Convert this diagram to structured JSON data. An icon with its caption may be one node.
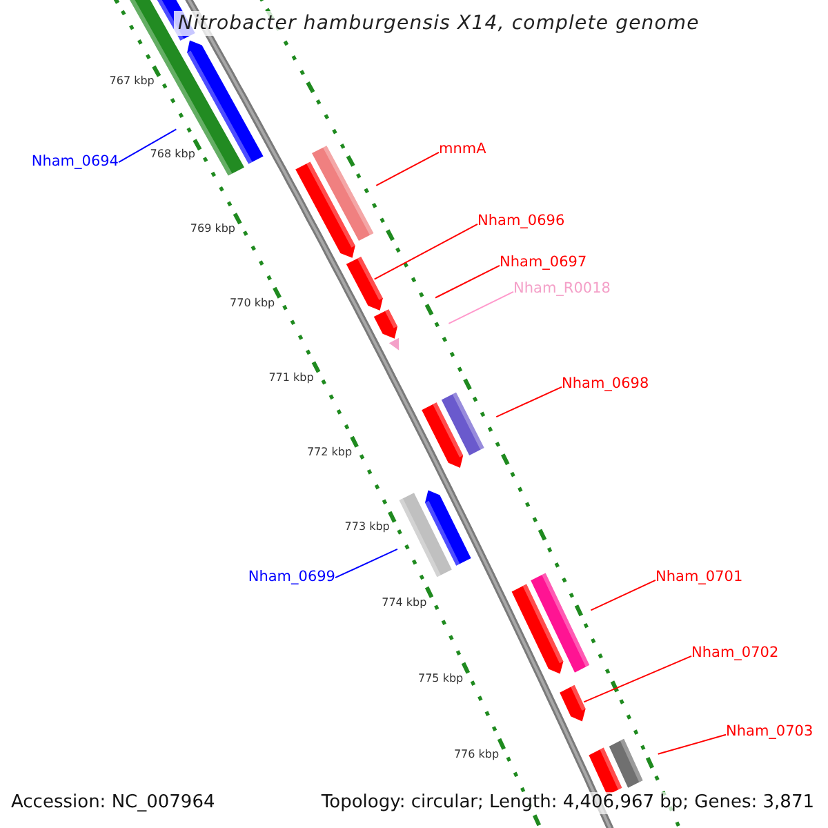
{
  "diagram": {
    "title": "Nitrobacter hamburgensis X14, complete genome",
    "nodes": [
      {
        "text": [
          "mnmA"
        ]
      },
      {
        "text": [
          "Nham_0694"
        ]
      },
      {
        "text": [
          "Nham_0696"
        ]
      },
      {
        "text": [
          "Nham_0697"
        ]
      },
      {
        "text": [
          "Nham_R0018"
        ]
      },
      {
        "text": [
          "Nham_0698"
        ]
      },
      {
        "text": [
          "Nham_0699"
        ]
      },
      {
        "text": [
          "Nham_0701"
        ]
      },
      {
        "text": [
          "Nham_0702"
        ]
      },
      {
        "text": [
          "Nham_0703"
        ]
      },
      {
        "text": [],
        "shape": "arrow"
      },
      {
        "text": [],
        "shape": "arrow"
      },
      {
        "text": [],
        "shape": "arrow"
      },
      {
        "text": [],
        "shape": "arrow"
      },
      {
        "text": [],
        "shape": "triangle"
      },
      {
        "text": [],
        "shape": "arrow"
      },
      {
        "text": [],
        "shape": "arrow"
      },
      {
        "text": [],
        "shape": "arrow"
      },
      {
        "text": [],
        "shape": "arrow"
      },
      {
        "text": [],
        "shape": "arrow"
      }
    ],
    "edges": [
      {
        "from": 0,
        "to": 11,
        "arrow": "none"
      },
      {
        "from": 1,
        "to": 10,
        "arrow": "none",
        "color": "#0000ff"
      },
      {
        "from": 2,
        "to": 12,
        "arrow": "none"
      },
      {
        "from": 3,
        "to": 13,
        "arrow": "none"
      },
      {
        "from": 4,
        "to": 14,
        "arrow": "none",
        "color": "#ff99cc"
      },
      {
        "from": 5,
        "to": 15,
        "arrow": "none"
      },
      {
        "from": 6,
        "to": 16,
        "arrow": "none",
        "color": "#0000ff"
      },
      {
        "from": 7,
        "to": 17,
        "arrow": "none"
      },
      {
        "from": 8,
        "to": 18,
        "arrow": "none"
      },
      {
        "from": 9,
        "to": 19,
        "arrow": "none"
      }
    ],
    "labels": [
      "767 kbp",
      "768 kbp",
      "769 kbp",
      "770 kbp",
      "771 kbp",
      "772 kbp",
      "773 kbp",
      "774 kbp",
      "775 kbp",
      "776 kbp",
      "Accession: NC_007964",
      "Topology: circular; Length: 4,406,967 bp; Genes: 3,871"
    ]
  }
}
